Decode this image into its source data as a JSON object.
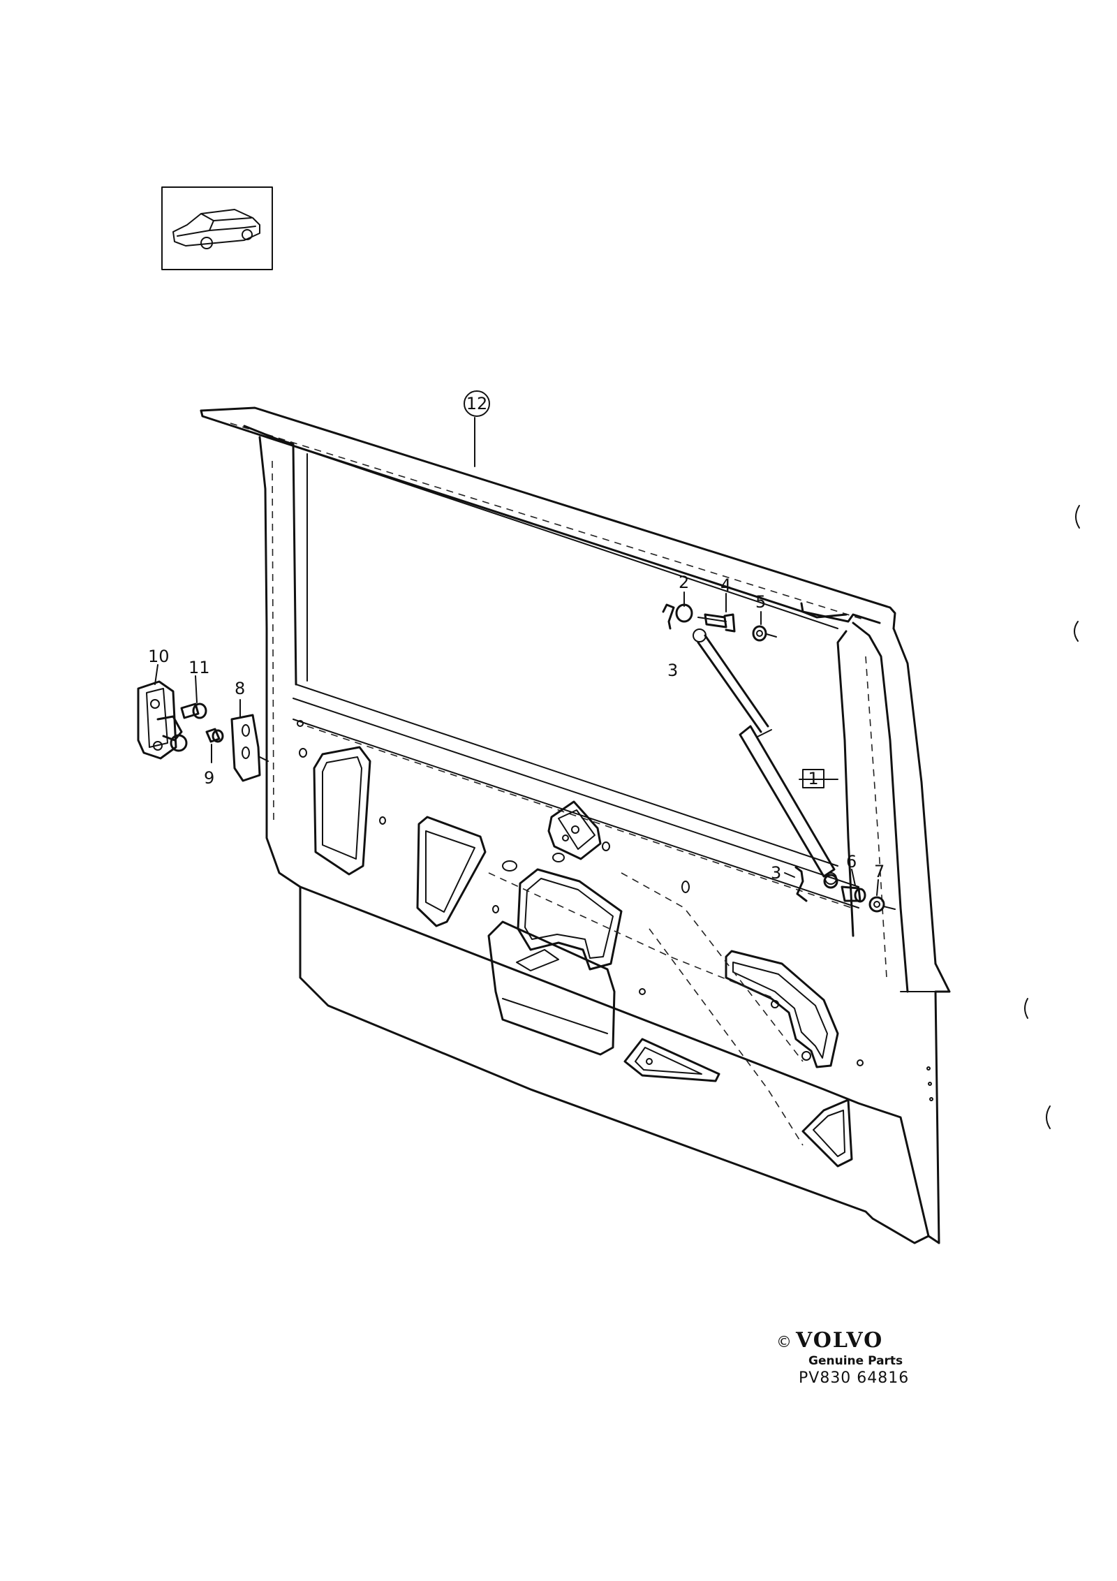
{
  "callouts": {
    "c1": "1",
    "c2": "2",
    "c3a": "3",
    "c3b": "3",
    "c4": "4",
    "c5": "5",
    "c6": "6",
    "c7": "7",
    "c8": "8",
    "c9": "9",
    "c10": "10",
    "c11": "11",
    "c12": "12"
  },
  "brand": {
    "copyright_symbol": "©",
    "logo_text": "VOLVO",
    "subtitle": "Genuine Parts",
    "drawing_code": "PV830 64816"
  },
  "icons": {
    "car_thumbnail": "car-icon"
  }
}
